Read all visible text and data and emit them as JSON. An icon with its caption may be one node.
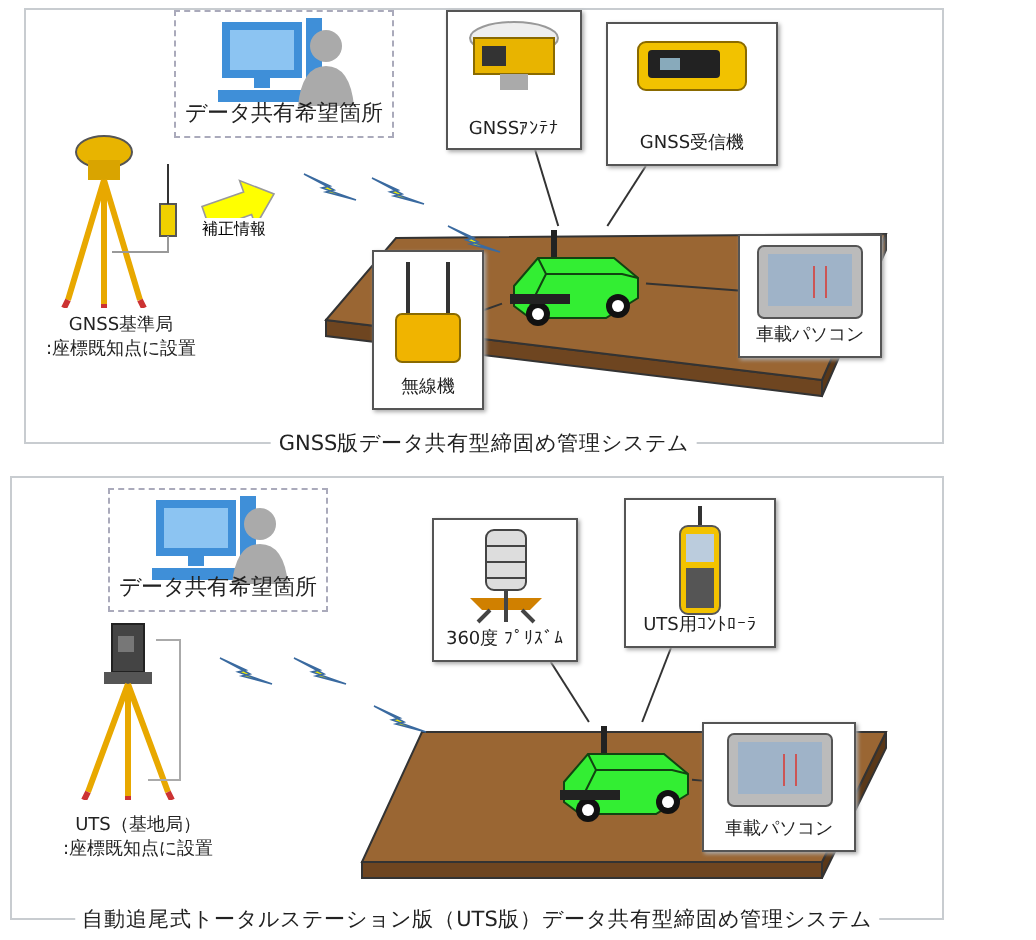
{
  "diagram": {
    "nodes": [
      {
        "text": [
          "GNSS版データ共有型締固め管理システム"
        ]
      },
      {
        "text": [
          "データ共有希望箇所"
        ],
        "in": 0
      },
      {
        "text": [
          "GNSS基準局",
          ":座標既知点に設置"
        ],
        "in": 0
      },
      {
        "text": [
          "GNSSｱﾝﾃﾅ"
        ],
        "in": 0
      },
      {
        "text": [
          "GNSS受信機"
        ],
        "in": 0
      },
      {
        "text": [],
        "shape": "picture",
        "in": 0
      },
      {
        "text": [
          "無線機"
        ],
        "in": 0
      },
      {
        "text": [
          "車載パソコン"
        ],
        "in": 0
      },
      {
        "text": [
          "自動追尾式トータルステーション版（UTS版）データ共有型締固め管理システム"
        ]
      },
      {
        "text": [
          "データ共有希望箇所"
        ],
        "in": 8
      },
      {
        "text": [
          "UTS（基地局）",
          ":座標既知点に設置"
        ],
        "in": 8
      },
      {
        "text": [
          "360度 ﾌﾟﾘｽﾞﾑ"
        ],
        "in": 8
      },
      {
        "text": [
          "UTS用ｺﾝﾄﾛｰﾗ"
        ],
        "in": 8
      },
      {
        "text": [],
        "shape": "picture",
        "in": 8
      },
      {
        "text": [
          "車載パソコン"
        ],
        "in": 8
      }
    ],
    "edges": [
      {
        "from": 2,
        "to": null,
        "arrow": "to",
        "label": "補正情報",
        "style": "thick",
        "color": "#ffff00"
      },
      {
        "from": 3,
        "to": 5,
        "arrow": "none"
      },
      {
        "from": 4,
        "to": 5,
        "arrow": "none"
      },
      {
        "from": 6,
        "to": 5,
        "arrow": "none"
      },
      {
        "from": 7,
        "to": 5,
        "arrow": "none"
      },
      {
        "from": 11,
        "to": 13,
        "arrow": "none"
      },
      {
        "from": 12,
        "to": 13,
        "arrow": "none"
      },
      {
        "from": 14,
        "to": 13,
        "arrow": "none"
      }
    ]
  }
}
